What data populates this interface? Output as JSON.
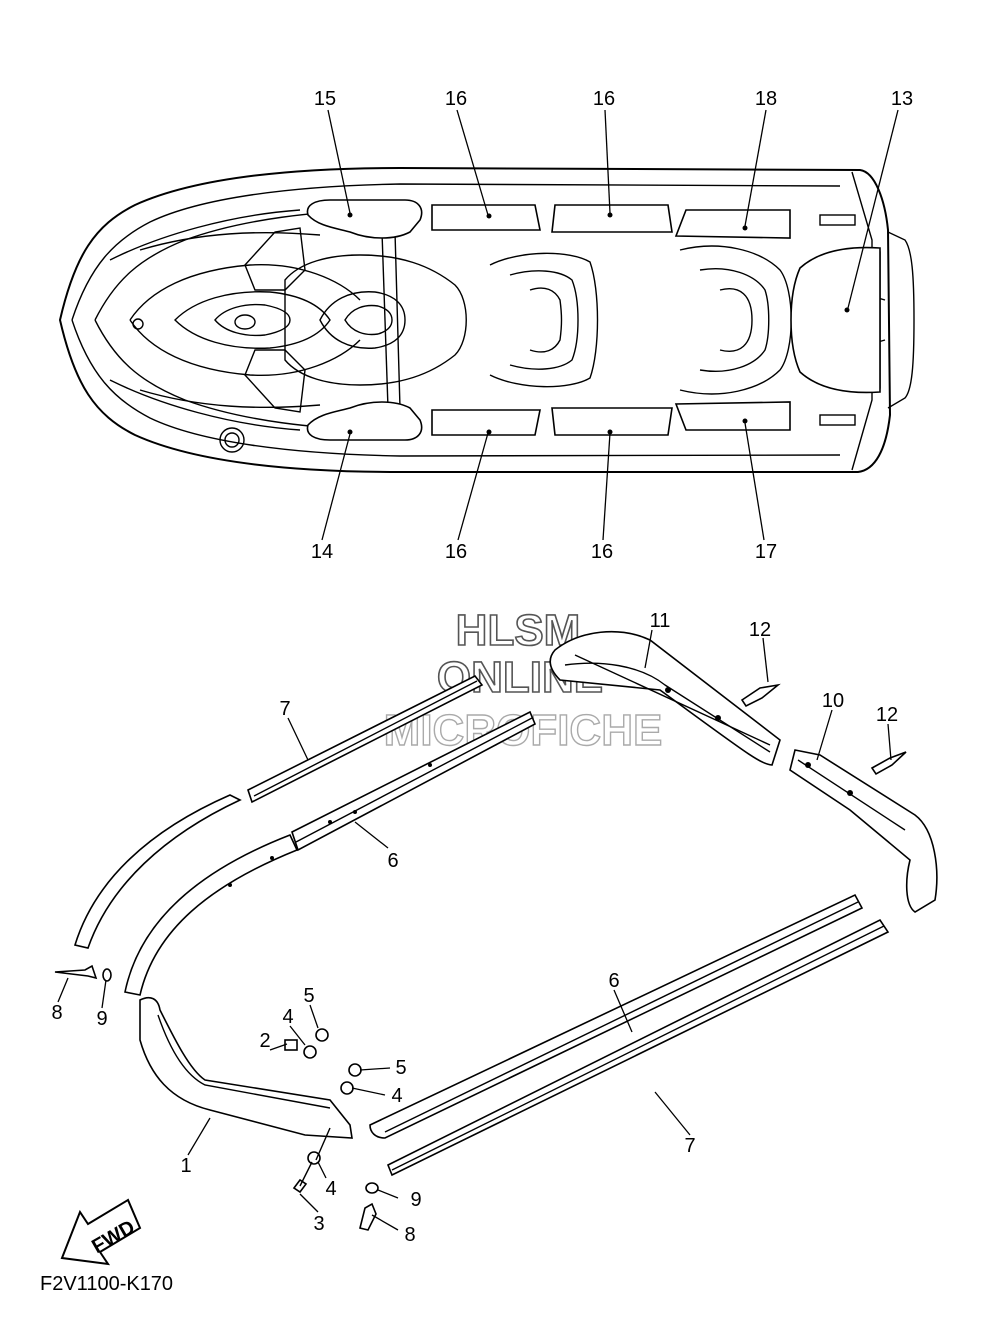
{
  "diagram_code": "F2V1100-K170",
  "watermark": {
    "line1": "HLSM",
    "line2": "ONLINE",
    "line3": "MICROFICHE"
  },
  "fwd_label": "FWD",
  "callouts": {
    "top": [
      "15",
      "16",
      "16",
      "18",
      "13",
      "14",
      "16",
      "16",
      "17"
    ],
    "bottom": [
      "11",
      "12",
      "10",
      "12",
      "7",
      "6",
      "8",
      "9",
      "5",
      "4",
      "2",
      "5",
      "4",
      "1",
      "4",
      "3",
      "6",
      "7",
      "9",
      "8"
    ]
  }
}
